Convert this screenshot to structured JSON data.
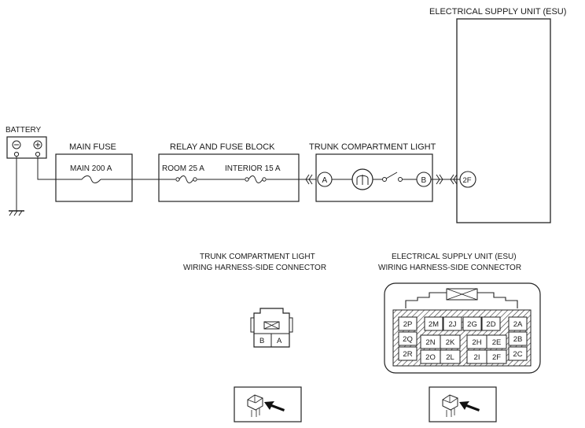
{
  "labels": {
    "esu_title": "ELECTRICAL SUPPLY UNIT (ESU)",
    "battery": "BATTERY",
    "main_fuse": "MAIN FUSE",
    "main_fuse_rating": "MAIN 200 A",
    "relay_block": "RELAY AND FUSE BLOCK",
    "room_fuse": "ROOM 25 A",
    "interior_fuse": "INTERIOR 15 A",
    "trunk_light": "TRUNK COMPARTMENT LIGHT",
    "pin_a": "A",
    "pin_b": "B",
    "pin_2f": "2F"
  },
  "connectors": {
    "trunk_line1": "TRUNK COMPARTMENT LIGHT",
    "trunk_line2": "WIRING HARNESS-SIDE CONNECTOR",
    "esu_line1": "ELECTRICAL SUPPLY UNIT (ESU)",
    "esu_line2": "WIRING HARNESS-SIDE CONNECTOR",
    "trunk_pins": [
      "B",
      "A"
    ],
    "esu_pins": [
      "2P",
      "2M",
      "2J",
      "2G",
      "2D",
      "2A",
      "2Q",
      "2N",
      "2K",
      "2H",
      "2E",
      "2B",
      "2R",
      "2O",
      "2L",
      "2I",
      "2F",
      "2C"
    ]
  },
  "battery_symbols": {
    "neg": "⊖",
    "pos": "⊕"
  }
}
